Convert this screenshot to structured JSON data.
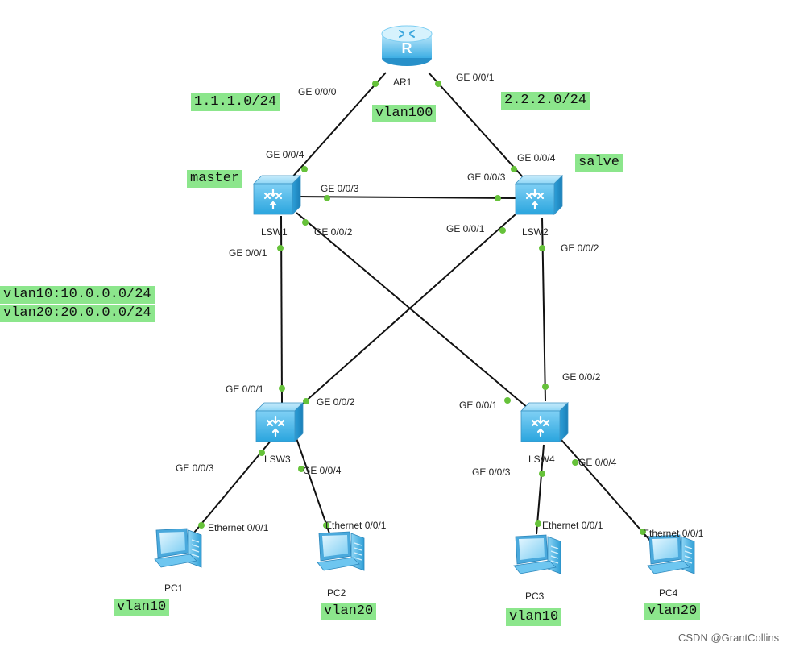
{
  "devices": {
    "ar1": {
      "name": "AR1"
    },
    "lsw1": {
      "name": "LSW1"
    },
    "lsw2": {
      "name": "LSW2"
    },
    "lsw3": {
      "name": "LSW3"
    },
    "lsw4": {
      "name": "LSW4"
    },
    "pc1": {
      "name": "PC1"
    },
    "pc2": {
      "name": "PC2"
    },
    "pc3": {
      "name": "PC3"
    },
    "pc4": {
      "name": "PC4"
    }
  },
  "ports": {
    "ar1_ge000": "GE 0/0/0",
    "ar1_ge001": "GE 0/0/1",
    "lsw1_ge004": "GE 0/0/4",
    "lsw1_ge003": "GE 0/0/3",
    "lsw1_ge002": "GE 0/0/2",
    "lsw1_ge001": "GE 0/0/1",
    "lsw2_ge004": "GE 0/0/4",
    "lsw2_ge003": "GE 0/0/3",
    "lsw2_ge001": "GE 0/0/1",
    "lsw2_ge002": "GE 0/0/2",
    "lsw3_ge001": "GE 0/0/1",
    "lsw3_ge002": "GE 0/0/2",
    "lsw3_ge003": "GE 0/0/3",
    "lsw3_ge004": "GE 0/0/4",
    "lsw4_ge001": "GE 0/0/1",
    "lsw4_ge002": "GE 0/0/2",
    "lsw4_ge003": "GE 0/0/3",
    "lsw4_ge004": "GE 0/0/4",
    "pc1_eth": "Ethernet 0/0/1",
    "pc2_eth": "Ethernet 0/0/1",
    "pc3_eth": "Ethernet 0/0/1",
    "pc4_eth": "Ethernet 0/0/1"
  },
  "annotations": {
    "net_left": "1.1.1.0/24",
    "net_right": "2.2.2.0/24",
    "vlan100": "vlan100",
    "master": "master",
    "salve": "salve",
    "vlan_line1": "vlan10:10.0.0.0/24",
    "vlan_line2": "vlan20:20.0.0.0/24",
    "pc1_vlan": "vlan10",
    "pc2_vlan": "vlan20",
    "pc3_vlan": "vlan10",
    "pc4_vlan": "vlan20"
  },
  "watermark": "CSDN @GrantCollins",
  "colors": {
    "tag_background": "#8ce68c",
    "port_dot": "#66c23a",
    "link": "#111111",
    "switch_blue": "#5bc0f0",
    "router_blue": "#69c8f2"
  },
  "icons": {
    "router": "router-icon",
    "switch": "switch-icon",
    "pc": "pc-icon"
  }
}
